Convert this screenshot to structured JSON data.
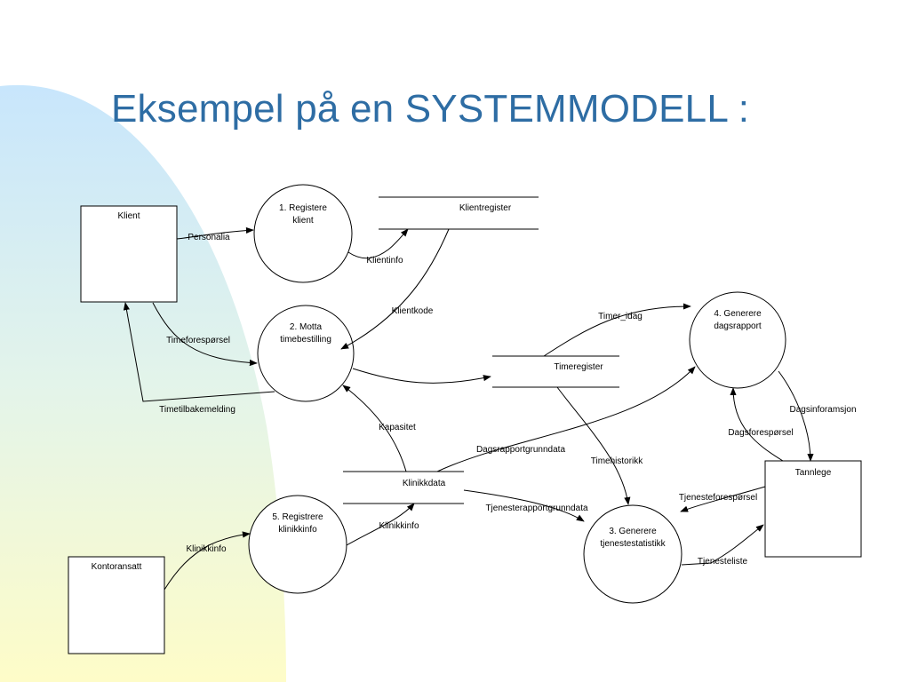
{
  "slide": {
    "title": "Eksempel på en SYSTEMMODELL :"
  },
  "diagram": {
    "entities": [
      {
        "id": "klient",
        "label": "Klient"
      },
      {
        "id": "kontoransatt",
        "label": "Kontoransatt"
      },
      {
        "id": "tannlege",
        "label": "Tannlege"
      }
    ],
    "processes": [
      {
        "id": "p1",
        "lines": [
          "1. Registere",
          "klient"
        ]
      },
      {
        "id": "p2",
        "lines": [
          "2. Motta",
          "timebestilling"
        ]
      },
      {
        "id": "p3",
        "lines": [
          "3. Generere",
          "tjenestestatistikk"
        ]
      },
      {
        "id": "p4",
        "lines": [
          "4. Generere",
          "dagsrapport"
        ]
      },
      {
        "id": "p5",
        "lines": [
          "5. Registrere",
          "klinikkinfo"
        ]
      }
    ],
    "stores": [
      {
        "id": "klientregister",
        "label": "Klientregister"
      },
      {
        "id": "timeregister",
        "label": "Timeregister"
      },
      {
        "id": "klinikkdata",
        "label": "Klinikkdata"
      }
    ],
    "flows": {
      "personalia": "Personalia",
      "klientinfo": "Klientinfo",
      "klientkode": "Klientkode",
      "timeforesporsel": "Timeforespørsel",
      "timetilbakemelding": "Timetilbakemelding",
      "timer_idag": "Timer_idag",
      "timehistorikk": "Timehistorikk",
      "kapasitet": "Kapasitet",
      "dagsrapportgrunndata": "Dagsrapportgrunndata",
      "tjenesterapportgrunndata": "Tjenesterapportgrunndata",
      "klinikkinfo_left": "Klinikkinfo",
      "klinikkinfo_right": "Klinikkinfo",
      "dagsinformasjon": "Dagsinforamsjon",
      "dagsforesporsel": "Dagsforespørsel",
      "tjenesteforesporsel": "Tjenesteforespørsel",
      "tjenesteliste": "Tjenesteliste"
    }
  },
  "colors": {
    "title": "#2e6da4",
    "bg_blue": "#cfe8fb",
    "bg_yellow": "#fefcc9"
  }
}
